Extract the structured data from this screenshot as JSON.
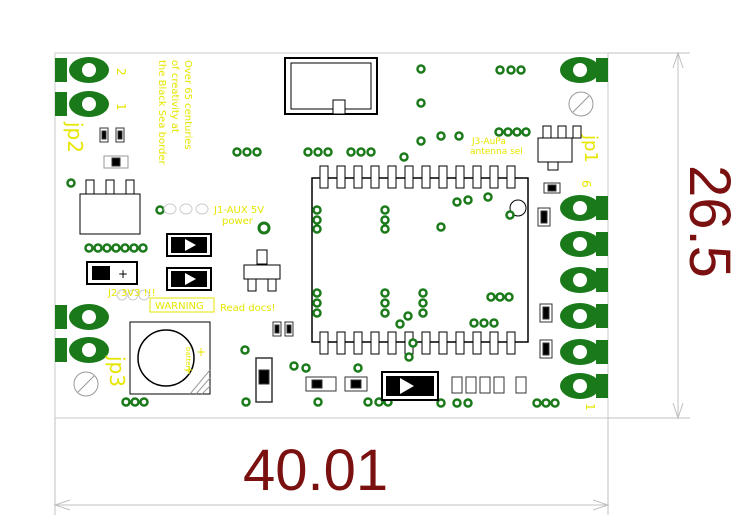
{
  "board": {
    "silkscreen_color": "#ffff00",
    "copper_color": "#1a7a1a",
    "pad_hole_color": "#ffffff",
    "outline_color": "#c0c0c0",
    "dimension_color": "#7a1010"
  },
  "silkscreen": {
    "slogan_1": "Over 65 centuries",
    "slogan_2": "of creativity at",
    "slogan_3": "the Black Sea border",
    "jp2": "jp2",
    "jp3": "jp3",
    "jp1": "jp1",
    "jp2_pin2": "2",
    "jp2_pin1": "1",
    "jp1_pin6": "6",
    "jp1_pin1": "1",
    "j1": "J1-AUX 5V",
    "j1_power": "power",
    "j2": "J2-3V3 !!!",
    "warning": "WARNING",
    "read_docs": "Read docs!",
    "j3": "J3-AuPa",
    "j3_sub": "antenna sel",
    "battery_label": "battery",
    "plus": "+"
  },
  "dimensions": {
    "height_value": "26.5",
    "width_value": "40.01"
  }
}
